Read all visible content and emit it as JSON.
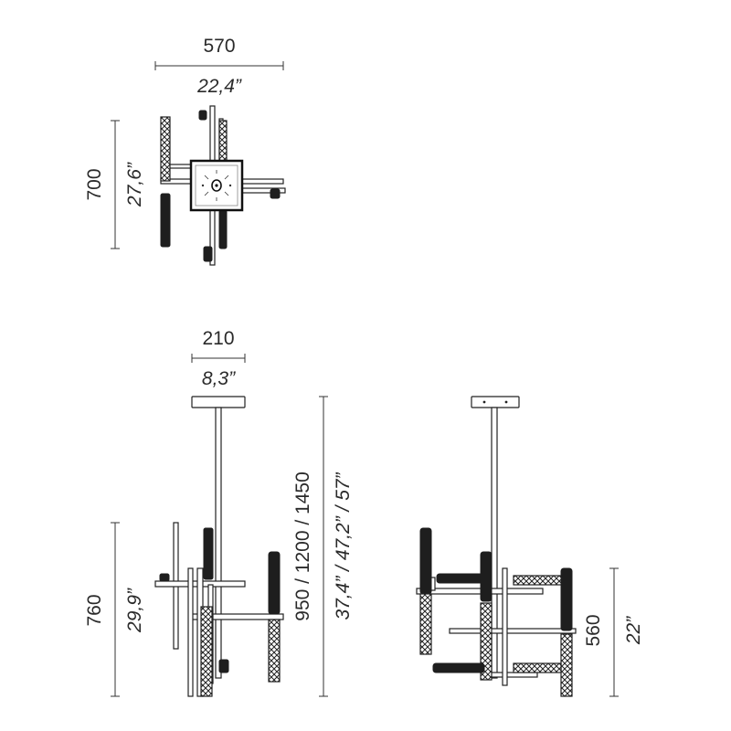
{
  "top_view": {
    "width_mm": "570",
    "width_in": "22,4”",
    "depth_mm": "700",
    "depth_in": "27,6”"
  },
  "front_view": {
    "canopy_mm": "210",
    "canopy_in": "8,3”",
    "body_height_mm": "760",
    "body_height_in": "29,9”",
    "total_height_mm": "950 / 1200 / 1450",
    "total_height_in": "37,4” / 47,2” / 57”"
  },
  "side_view": {
    "body_height_mm": "560",
    "body_height_in": "22”"
  },
  "colors": {
    "line": "#333333",
    "dark": "#1e1e1e",
    "text": "#2a2a2a"
  }
}
